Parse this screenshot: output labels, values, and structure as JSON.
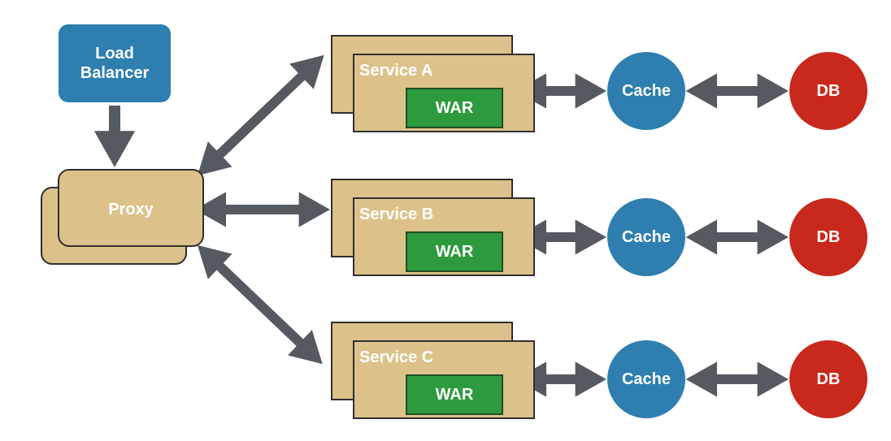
{
  "diagram": {
    "load_balancer": {
      "label": "Load\nBalancer",
      "line1": "Load",
      "line2": "Balancer"
    },
    "proxy": {
      "label": "Proxy"
    },
    "services": [
      {
        "label": "Service A",
        "artifact": "WAR",
        "cache": "Cache",
        "db": "DB"
      },
      {
        "label": "Service B",
        "artifact": "WAR",
        "cache": "Cache",
        "db": "DB"
      },
      {
        "label": "Service C",
        "artifact": "WAR",
        "cache": "Cache",
        "db": "DB"
      }
    ],
    "colors": {
      "load_balancer": "#2e7fb0",
      "proxy_service_fill": "#dcc28a",
      "war": "#2e9a3e",
      "cache": "#2e7fb0",
      "db": "#c9281c",
      "arrow": "#555a61"
    },
    "connections": [
      {
        "from": "Load Balancer",
        "to": "Proxy",
        "type": "one-way"
      },
      {
        "from": "Proxy",
        "to": "Service A",
        "type": "two-way"
      },
      {
        "from": "Proxy",
        "to": "Service B",
        "type": "two-way"
      },
      {
        "from": "Proxy",
        "to": "Service C",
        "type": "two-way"
      },
      {
        "from": "Service A",
        "to": "Cache",
        "type": "two-way"
      },
      {
        "from": "Cache",
        "to": "DB",
        "type": "two-way"
      }
    ]
  }
}
